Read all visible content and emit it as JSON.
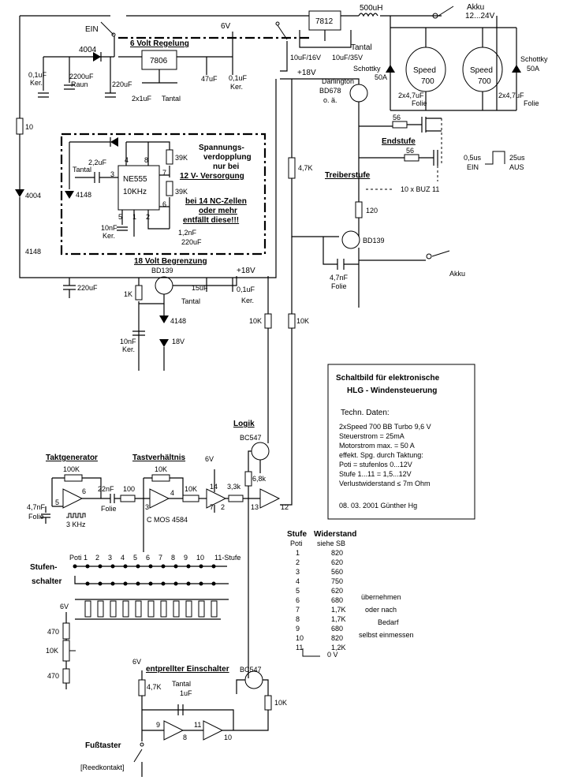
{
  "title": {
    "line1": "Schaltbild für elektronische",
    "line2": "HLG - Windensteuerung"
  },
  "tech": {
    "heading": "Techn. Daten:",
    "lines": [
      "2xSpeed 700 BB Turbo 9,6 V",
      "Steuerstrom = 25mA",
      "Motorstrom max. = 50 A",
      "effekt. Spg. durch Taktung:",
      "Poti = stufenlos 0...12V",
      "Stufe 1...11 = 1,5...12V",
      "Verlustwiderstand ≤ 7m Ohm"
    ],
    "date": "08. 03. 2001 Günther Hg"
  },
  "sections": {
    "sechs_volt": "6 Volt Regelung",
    "doubler_l1": "Spannungs-",
    "doubler_l2": "verdopplung",
    "doubler_l3": "nur bei",
    "doubler_l4": "12 V- Versorgung",
    "doubler_l5": "bei 14 NC-Zellen",
    "doubler_l6": "oder mehr",
    "doubler_l7": "entfällt diese!!!",
    "achtzehn": "18 Volt Begrenzung",
    "endstufe": "Endstufe",
    "treiber": "Treiberstufe",
    "logik": "Logik",
    "taktgen": "Taktgenerator",
    "tastv": "Tastverhältnis",
    "entprellt": "entprellter Einschalter",
    "stufenschalter_1": "Stufen-",
    "stufenschalter_2": "schalter",
    "fusstaster": "Fußtaster",
    "reed": "[Reedkontakt]"
  },
  "components": {
    "akku_top": "Akku",
    "akku_range": "12...24V",
    "inductor": "500uH",
    "reg7812": "7812",
    "reg7806": "7806",
    "ne555": "NE555",
    "ne555_freq": "10KHz",
    "ein": "EIN",
    "d4004a": "4004",
    "d4004b": "4004",
    "d4148a": "4148",
    "d4148b": "4148",
    "d4148c": "4148",
    "r10": "10",
    "c01_ker": "0,1uF",
    "ker": "Ker.",
    "c2200": "2200uF",
    "raun": "Raun",
    "c220a": "220uF",
    "c2x1": "2x1uF",
    "tantal": "Tantal",
    "c47": "47uF",
    "c01b": "0,1uF",
    "six_v": "6V",
    "tantal_12": "Tantal",
    "c10_16": "10uF/16V",
    "c10_35": "10uF/35V",
    "plus18a": "+18V",
    "plus18b": "+18V",
    "darlington": "Darlington",
    "bd678": "BD678",
    "oae": "o. ä.",
    "schottky": "Schottky",
    "a50": "50A",
    "speed": "Speed",
    "m700": "700",
    "c2x47": "2x4,7uF",
    "folie": "Folie",
    "r56a": "56",
    "r56b": "56",
    "pulse_a": "0,5us",
    "pulse_b": "25us",
    "pulse_ein": "EIN",
    "pulse_aus": "AUS",
    "buz": "10 x BUZ 11",
    "r4k7": "4,7K",
    "r120": "120",
    "bd139a": "BD139",
    "bd139b": "BD139",
    "c47nf": "4,7nF",
    "akku_minus": "Akku",
    "c22": "2,2uF",
    "r39a": "39K",
    "r39b": "39K",
    "c10nf": "10nF",
    "c12nf": "1,2nF",
    "c220uf_s": "220uF",
    "p4": "4",
    "p8": "8",
    "p3": "3",
    "p7": "7",
    "p6": "6",
    "p5": "5",
    "p1": "1",
    "p2": "2",
    "c220b": "220uF",
    "r1k": "1K",
    "c15": "15uF",
    "c01c": "0,1uF",
    "z18": "18V",
    "r10ka": "10K",
    "r10kb": "10K",
    "bc547a": "BC547",
    "bc547b": "BC547",
    "r6k8": "6,8k",
    "r100k": "100K",
    "r10kc": "10K",
    "r10kd": "10K",
    "r3k3": "3,3k",
    "c22nf": "22nF",
    "r100": "100",
    "c47nf_b": "4,7nF",
    "khz": "3 KHz",
    "cmos": "C MOS 4584",
    "six_v_b": "6V",
    "six_v_c": "6V",
    "six_v_d": "6V",
    "r470a": "470",
    "r470b": "470",
    "r10ke": "10K",
    "r4k7b": "4,7K",
    "c1uf": "1uF",
    "r10kf": "10K",
    "poti": "Poti 1",
    "stufe11": "11-Stufe"
  },
  "table": {
    "h1": "Stufe",
    "h2": "Widerstand",
    "h1b": "Poti",
    "h2b": "siehe SB",
    "rows": [
      {
        "s": "1",
        "w": "820"
      },
      {
        "s": "2",
        "w": "620"
      },
      {
        "s": "3",
        "w": "560"
      },
      {
        "s": "4",
        "w": "750"
      },
      {
        "s": "5",
        "w": "620"
      },
      {
        "s": "6",
        "w": "680"
      },
      {
        "s": "7",
        "w": "1,7K"
      },
      {
        "s": "8",
        "w": "1,7K"
      },
      {
        "s": "9",
        "w": "680"
      },
      {
        "s": "10",
        "w": "820"
      },
      {
        "s": "11",
        "w": "1,2K"
      }
    ],
    "last": "0 V",
    "note1": "übernehmen",
    "note2": "oder nach",
    "note3": "Bedarf",
    "note4": "selbst einmessen"
  },
  "steps": [
    "2",
    "3",
    "4",
    "5",
    "6",
    "7",
    "8",
    "9",
    "10"
  ]
}
